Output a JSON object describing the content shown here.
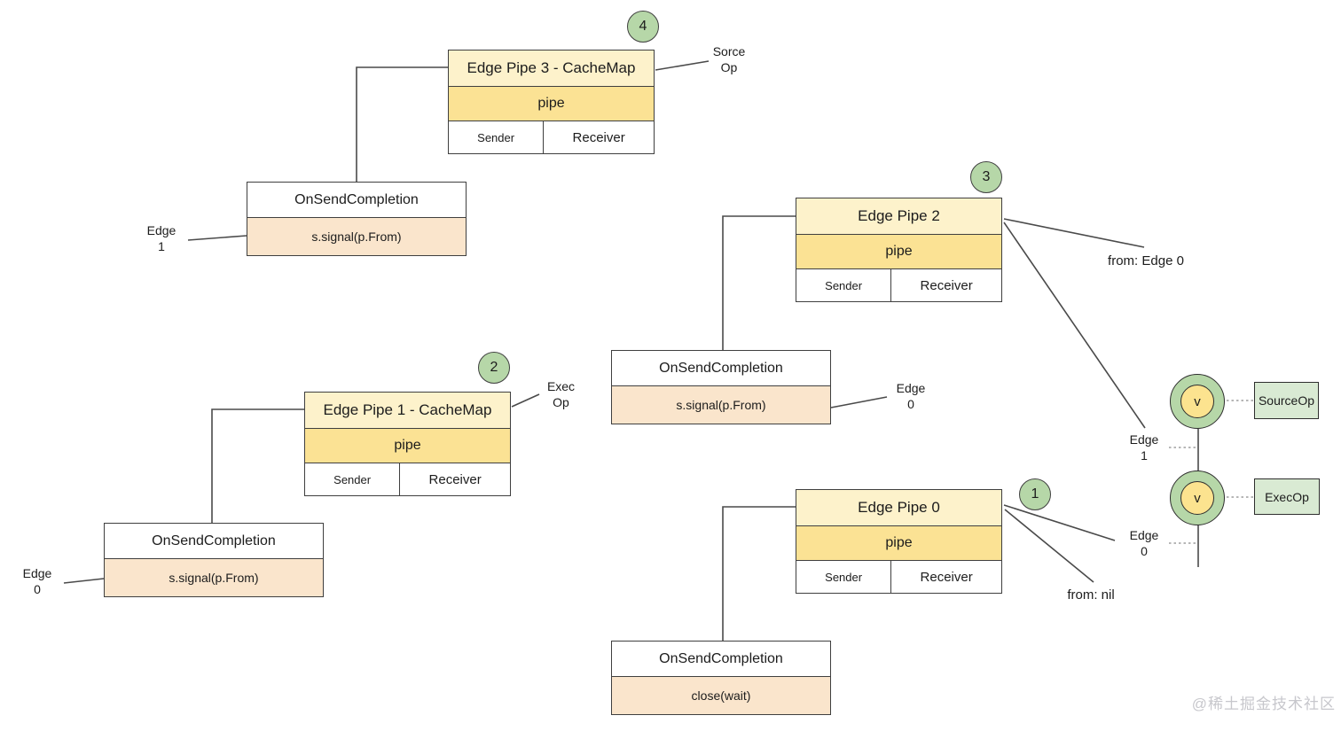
{
  "pipe_boxes": [
    {
      "title": "Edge Pipe 3 - CacheMap",
      "row": "pipe",
      "cells": [
        "Sender",
        "Receiver"
      ],
      "badge": "4"
    },
    {
      "title": "Edge Pipe 2",
      "row": "pipe",
      "cells": [
        "Sender",
        "Receiver"
      ],
      "badge": "3"
    },
    {
      "title": "Edge Pipe 1 - CacheMap",
      "row": "pipe",
      "cells": [
        "Sender",
        "Receiver"
      ],
      "badge": "2"
    },
    {
      "title": "Edge Pipe 0",
      "row": "pipe",
      "cells": [
        "Sender",
        "Receiver"
      ],
      "badge": "1"
    }
  ],
  "completion_boxes": [
    {
      "title": "OnSendCompletion",
      "body": "s.signal(p.From)",
      "edge_label": "Edge\n1"
    },
    {
      "title": "OnSendCompletion",
      "body": "s.signal(p.From)",
      "edge_label": "Edge\n0"
    },
    {
      "title": "OnSendCompletion",
      "body": "s.signal(p.From)",
      "edge_label": "Edge\n0"
    },
    {
      "title": "OnSendCompletion",
      "body": "close(wait)"
    }
  ],
  "annotations": {
    "sorce_op": "Sorce\nOp",
    "exec_op": "Exec\nOp",
    "from_edge0": "from: Edge 0",
    "from_nil": "from: nil",
    "edge1_right": "Edge\n1",
    "edge0_right": "Edge\n0"
  },
  "op_nodes": [
    {
      "symbol": "v",
      "label": "SourceOp"
    },
    {
      "symbol": "v",
      "label": "ExecOp"
    }
  ],
  "watermark": "@稀土掘金技术社区",
  "colors": {
    "pipe_header_yellow": "#fdf2cb",
    "pipe_row_yellow": "#fbe294",
    "completion_peach": "#fae5cc",
    "badge_green": "#b6d7a8",
    "op_box_green": "#d9ead3",
    "node_inner_yellow": "#fce38f",
    "line_dark": "#4a4a4a"
  }
}
